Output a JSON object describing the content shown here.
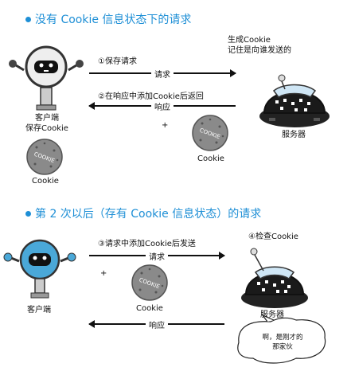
{
  "section1": {
    "title": "没有 Cookie 信息状态下的请求",
    "step1": "①保存请求",
    "request_label": "请求",
    "step2": "②在响应中添加Cookie后返回",
    "response_label": "响应",
    "server_note_line1": "生成Cookie",
    "server_note_line2": "记住是向谁发送的",
    "client_label_line1": "客户端",
    "client_label_line2": "保存Cookie",
    "server_label": "服务器",
    "cookie_label_server": "Cookie",
    "cookie_label_client": "Cookie",
    "plus": "+",
    "cookie_stamp": "COOKIE"
  },
  "section2": {
    "title": "第 2 次以后（存有 Cookie 信息状态）的请求",
    "step3": "③请求中添加Cookie后发送",
    "request_label": "请求",
    "step4": "④检查Cookie",
    "response_label": "响应",
    "client_label": "客户端",
    "server_label": "服务器",
    "cookie_label": "Cookie",
    "plus": "+",
    "speech_line1": "啊，是刚才的",
    "speech_line2": "那家伙"
  },
  "colors": {
    "accent": "#1e8fd6",
    "robot_dark": "#1a1a1a",
    "cookie_gray": "#8a8a8a",
    "robot_blue": "#4aa8d8",
    "server_dome": "#cfe6f5"
  }
}
